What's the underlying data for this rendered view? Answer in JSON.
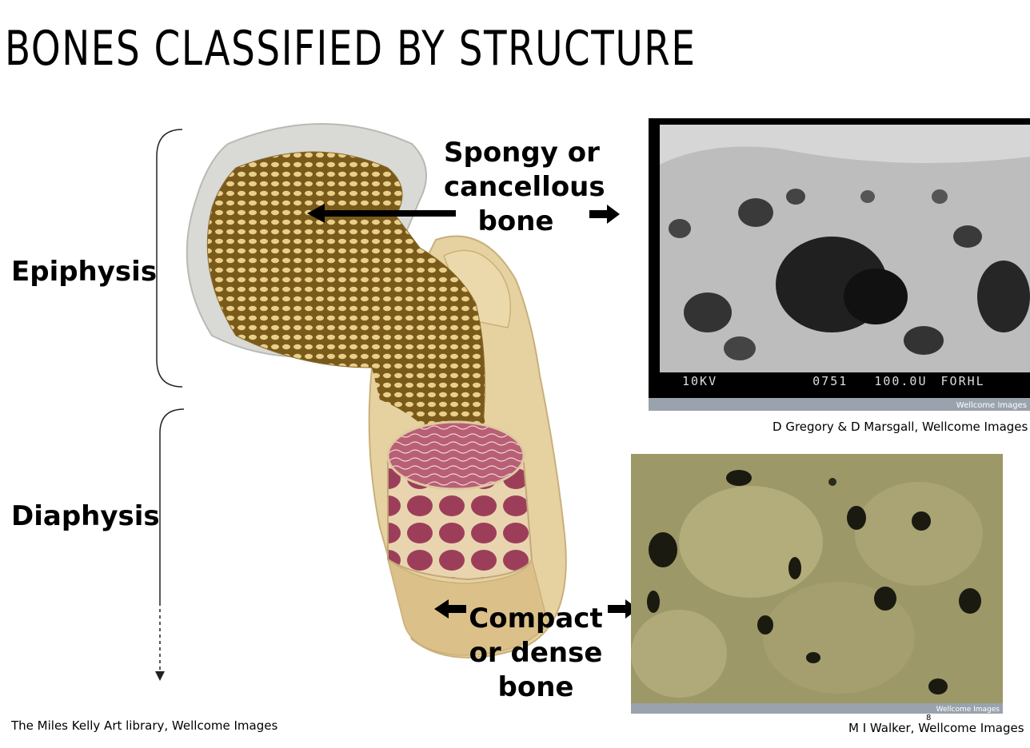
{
  "slide": {
    "title": "BONES CLASSIFIED BY STRUCTURE",
    "labels": {
      "epiphysis": "Epiphysis",
      "diaphysis": "Diaphysis",
      "spongy": [
        "Spongy or",
        "cancellous",
        "bone"
      ],
      "compact": [
        "Compact",
        "or dense",
        "bone"
      ]
    },
    "micrograph_spongy": {
      "readout": [
        "10KV",
        "0751",
        "100.0U",
        "FORHL"
      ],
      "watermark": "Wellcome Images"
    },
    "micrograph_compact": {
      "watermark": "Wellcome Images"
    },
    "credits": {
      "illustration": "The Miles Kelly Art library, Wellcome Images",
      "spongy_photo": "D Gregory & D Marsgall, Wellcome Images",
      "compact_photo": "M I Walker, Wellcome Images"
    },
    "page_number": "8"
  }
}
